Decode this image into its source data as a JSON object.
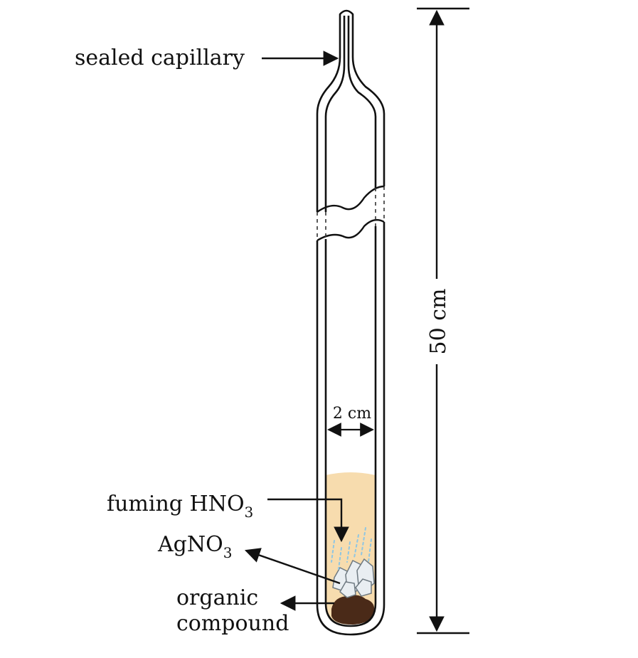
{
  "labels": {
    "capillary": "sealed capillary",
    "hno3_main": "fuming HNO",
    "hno3_sub": "3",
    "agno3_main": "AgNO",
    "agno3_sub": "3",
    "organic_line1": "organic",
    "organic_line2": "compound",
    "height": "50 cm",
    "width": "2 cm"
  },
  "colors": {
    "stroke": "#111111",
    "acid": "#f7dcae",
    "organic": "#4a2a18",
    "crystal": "#e9eef2",
    "crystal_edge": "#6f7a82",
    "drops": "#8fc6e3"
  }
}
